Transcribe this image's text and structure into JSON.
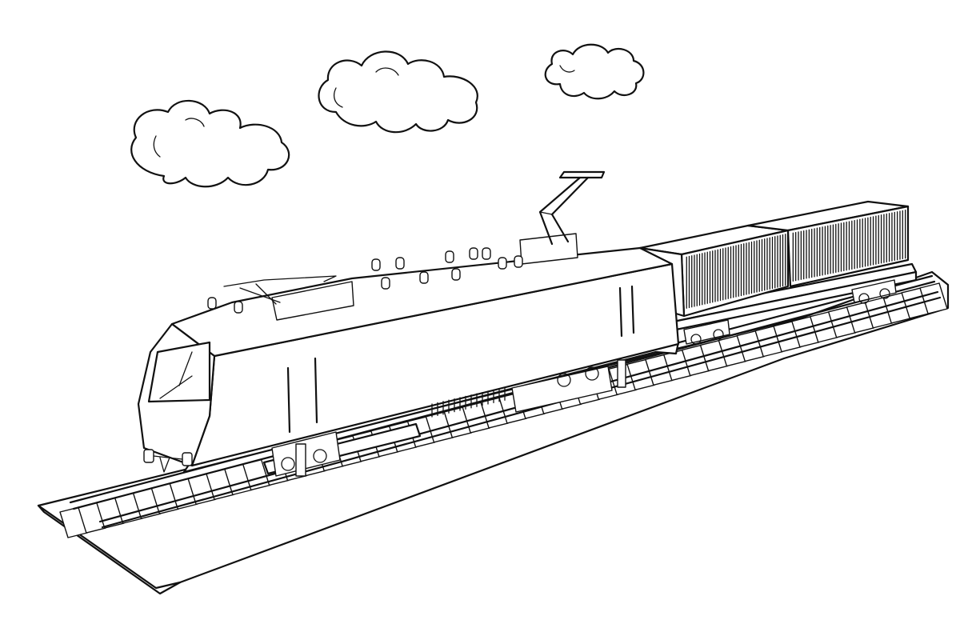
{
  "image": {
    "subject": "electric-locomotive-with-container-wagon",
    "style": "line-art-coloring-page",
    "background_color": "#ffffff",
    "line_color": "#111111"
  },
  "scene": {
    "clouds": 3,
    "pantographs": 1,
    "shipping_containers": 2,
    "flatcars": 1
  }
}
